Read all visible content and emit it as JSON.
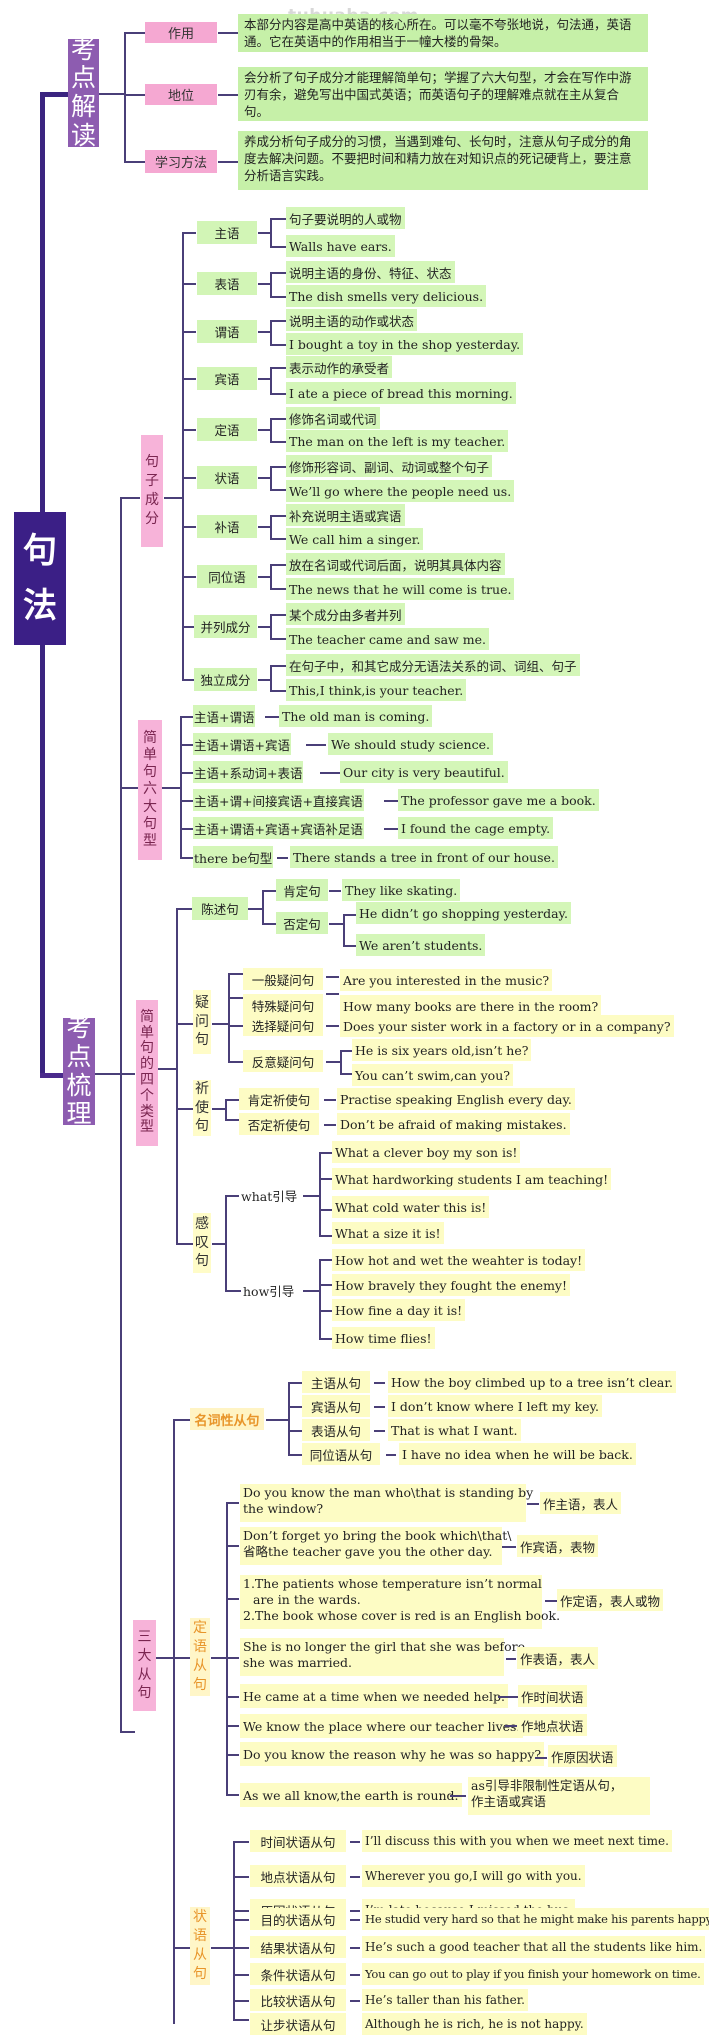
{
  "watermark": "tuhuaba.com",
  "root": {
    "label_1": "句",
    "label_2": "法"
  },
  "colors": {
    "root": "#3b1f86",
    "section": "#8d5cb0",
    "pink": "#f5a8d2",
    "green": "#c6f0a8",
    "yellow": "#fdfcc4",
    "orange_text": "#e8952a",
    "line": "#4a3f78"
  },
  "section1": {
    "label_chars": [
      "考",
      "点",
      "解",
      "读"
    ],
    "items": [
      {
        "label": "作用",
        "desc": "本部分内容是高中英语的核心所在。可以毫不夸张地说，句法通，英语通。它在英语中的作用相当于一幢大楼的骨架。"
      },
      {
        "label": "地位",
        "desc": "会分析了句子成分才能理解简单句；学握了六大句型，才会在写作中游刃有余，避免写出中国式英语；而英语句子的理解难点就在主从复合句。"
      },
      {
        "label": "学习方法",
        "desc": "养成分析句子成分的习惯，当遇到难句、长句时，注意从句子成分的角度去解决问题。不要把时间和精力放在对知识点的死记硬背上，要注意分析语言实践。"
      }
    ]
  },
  "section2": {
    "label_chars": [
      "考",
      "点",
      "梳",
      "理"
    ],
    "components": {
      "label_chars": [
        "句",
        "子",
        "成",
        "分"
      ],
      "items": [
        {
          "label": "主语",
          "def": "句子要说明的人或物",
          "example": "Walls have ears."
        },
        {
          "label": "表语",
          "def": "说明主语的身份、特征、状态",
          "example": "The dish smells very delicious."
        },
        {
          "label": "谓语",
          "def": "说明主语的动作或状态",
          "example": "I bought a toy in the shop yesterday."
        },
        {
          "label": "宾语",
          "def": "表示动作的承受者",
          "example": "I ate a piece of bread this morning."
        },
        {
          "label": "定语",
          "def": "修饰名词或代词",
          "example": "The man on the left is my teacher."
        },
        {
          "label": "状语",
          "def": "修饰形容词、副词、动词或整个句子",
          "example": "We’ll go where the people need us."
        },
        {
          "label": "补语",
          "def": "补充说明主语或宾语",
          "example": "We call him a singer."
        },
        {
          "label": "同位语",
          "def": "放在名词或代词后面，说明其具体内容",
          "example": "The news that he will come is true."
        },
        {
          "label": "并列成分",
          "def": "某个成分由多者并列",
          "example": "The teacher came and saw me."
        },
        {
          "label": "独立成分",
          "def": "在句子中，和其它成分无语法关系的词、词组、句子",
          "example": "This,I think,is your teacher."
        }
      ]
    },
    "six_patterns": {
      "label_chars": [
        "简",
        "单",
        "句",
        "六",
        "大",
        "句",
        "型"
      ],
      "items": [
        {
          "pattern": "主语+谓语",
          "example": "The old man is coming."
        },
        {
          "pattern": "主语+谓语+宾语",
          "example": "We should study science."
        },
        {
          "pattern": "主语+系动词+表语",
          "example": "Our city is very beautiful."
        },
        {
          "pattern": "主语+谓+间接宾语+直接宾语",
          "example": "The professor gave me a book."
        },
        {
          "pattern": "主语+谓语+宾语+宾语补足语",
          "example": "I found the cage empty."
        },
        {
          "pattern": "there be句型",
          "example": "There stands a tree in front of our house."
        }
      ]
    },
    "four_types": {
      "label_chars": [
        "简",
        "单",
        "句",
        "的",
        "四",
        "个",
        "类",
        "型"
      ],
      "declarative": {
        "label": "陈述句",
        "positive": {
          "label": "肯定句",
          "example": "They like skating."
        },
        "negative": {
          "label": "否定句",
          "examples": [
            "He didn’t go shopping yesterday.",
            "We aren’t students."
          ]
        }
      },
      "interrogative": {
        "label_chars": [
          "疑",
          "问",
          "句"
        ],
        "items": [
          {
            "label": "一般疑问句",
            "example": "Are you interested in the music?"
          },
          {
            "label": "特殊疑问句",
            "example": "How many books are there in the room?"
          },
          {
            "label": "选择疑问句",
            "example": "Does your sister work in a factory or in a company?"
          },
          {
            "label": "反意疑问句",
            "examples": [
              "He is six years old,isn’t he?",
              "You can’t swim,can you?"
            ]
          }
        ]
      },
      "imperative": {
        "label_chars": [
          "祈",
          "使",
          "句"
        ],
        "items": [
          {
            "label": "肯定祈使句",
            "example": "Practise speaking English every day."
          },
          {
            "label": "否定祈使句",
            "example": "Don’t be afraid of making mistakes."
          }
        ]
      },
      "exclamatory": {
        "label_chars": [
          "感",
          "叹",
          "句"
        ],
        "what": {
          "label": "what引导",
          "examples": [
            "What a clever boy my son is!",
            "What hardworking students I am teaching!",
            "What cold water this is!",
            "What a size it is!"
          ]
        },
        "how": {
          "label": "how引导",
          "examples": [
            "How hot and wet the weahter is today!",
            "How bravely they fought the enemy!",
            "How fine a day it is!",
            "How time flies!"
          ]
        }
      }
    },
    "three_clauses": {
      "label_chars": [
        "三",
        "大",
        "从",
        "句"
      ],
      "noun_clauses": {
        "label": "名词性从句",
        "items": [
          {
            "label": "主语从句",
            "example": "How the boy climbed up to a tree isn’t clear."
          },
          {
            "label": "宾语从句",
            "example": "I don’t know where I left my key."
          },
          {
            "label": "表语从句",
            "example": "That is what I want."
          },
          {
            "label": "同位语从句",
            "example": "I have no idea when he will be back."
          }
        ]
      },
      "attributive_clauses": {
        "label_chars": [
          "定",
          "语",
          "从",
          "句"
        ],
        "items": [
          {
            "lines": [
              "Do you know the man who\\that is standing by",
              "the window?"
            ],
            "note": "作主语，表人"
          },
          {
            "lines": [
              "Don’t forget yo bring the book which\\that\\",
              "省略the teacher gave you the other day."
            ],
            "note": "作宾语，表物"
          },
          {
            "lines": [
              "1.The patients whose temperature isn’t normal",
              "   are in the wards.",
              "2.The book whose cover is red is an English book."
            ],
            "note": "作定语，表人或物"
          },
          {
            "lines": [
              "She is no longer the girl that she was before",
              "she was married."
            ],
            "note": "作表语，表人"
          },
          {
            "lines": [
              "He came at a time when we needed help."
            ],
            "note": "作时间状语"
          },
          {
            "lines": [
              "We know the place where our teacher lives."
            ],
            "note": "作地点状语"
          },
          {
            "lines": [
              "Do you know the reason why he was so happy?"
            ],
            "note": "作原因状语"
          },
          {
            "lines": [
              "As we all know,the earth is round."
            ],
            "note_lines": [
              "as引导非限制性定语从句，",
              "作主语或宾语"
            ]
          }
        ]
      },
      "adverbial_clauses": {
        "label_chars": [
          "状",
          "语",
          "从",
          "句"
        ],
        "items": [
          {
            "label": "时间状语从句",
            "example": "I’ll discuss this with you when we meet next time."
          },
          {
            "label": "地点状语从句",
            "example": "Wherever you go,I will go with you."
          },
          {
            "label": "原因状语从句",
            "example": "I’m late because I missed the bus."
          },
          {
            "label": "目的状语从句",
            "example": "He studid very hard so that he might make his parents happy."
          },
          {
            "label": "结果状语从句",
            "example": "He’s such a good teacher that all the students like him."
          },
          {
            "label": "条件状语从句",
            "example": "You can go out to play if you finish your homework on time."
          },
          {
            "label": "比较状语从句",
            "example": "He’s taller than his father."
          },
          {
            "label": "让步状语从句",
            "example": "Although he is rich, he is not happy."
          }
        ]
      }
    }
  }
}
